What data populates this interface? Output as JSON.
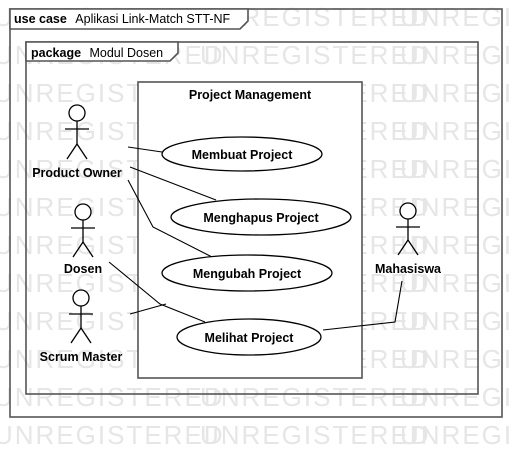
{
  "watermark": "UNREGISTERED",
  "outer_frame": {
    "keyword": "use case",
    "name": "Aplikasi Link-Match STT-NF"
  },
  "package_frame": {
    "keyword": "package",
    "name": "Modul Dosen"
  },
  "system_boundary": {
    "title": "Project Management"
  },
  "use_cases": [
    {
      "id": "uc1",
      "label": "Membuat Project"
    },
    {
      "id": "uc2",
      "label": "Menghapus Project"
    },
    {
      "id": "uc3",
      "label": "Mengubah Project"
    },
    {
      "id": "uc4",
      "label": "Melihat Project"
    }
  ],
  "actors": [
    {
      "id": "a1",
      "label": "Product Owner"
    },
    {
      "id": "a2",
      "label": "Dosen"
    },
    {
      "id": "a3",
      "label": "Scrum Master"
    },
    {
      "id": "a4",
      "label": "Mahasiswa"
    }
  ],
  "associations": [
    {
      "from": "a1",
      "to": "uc1"
    },
    {
      "from": "a1",
      "to": "uc2"
    },
    {
      "from": "a1",
      "to": "uc3"
    },
    {
      "from": "a2",
      "to": "uc4"
    },
    {
      "from": "a3",
      "to": "uc4"
    },
    {
      "from": "a4",
      "to": "uc4"
    }
  ]
}
